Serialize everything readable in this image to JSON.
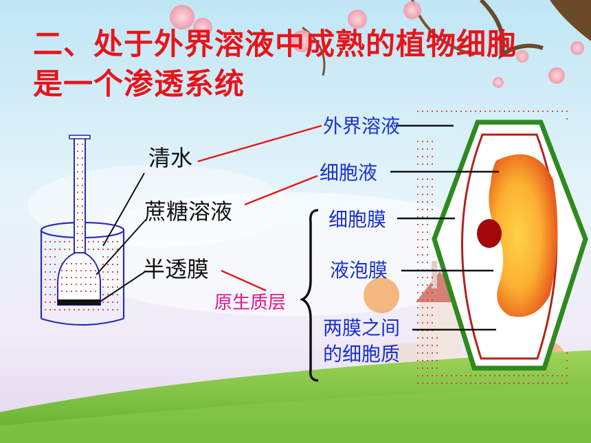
{
  "title": {
    "line1": "二、处于外界溶液中成熟的植物细胞",
    "line2": "是一个渗透系统"
  },
  "apparatus": {
    "labels": {
      "water": "清水",
      "sucrose": "蔗糖溶液",
      "membrane": "半透膜"
    }
  },
  "cell": {
    "labels": {
      "external": "外界溶液",
      "sap": "细胞液",
      "cell_membrane": "细胞膜",
      "tonoplast": "液泡膜",
      "between_1": "两膜之间",
      "between_2": "的细胞质"
    },
    "group_label": "原生质层"
  },
  "colors": {
    "title": "#e8141a",
    "blue_text": "#1a2fd0",
    "magenta_text": "#e0148c",
    "red_line": "#e8141a",
    "cell_wall": "#2e8a1e",
    "membrane": "#b0221b",
    "nucleus": "#a3070c",
    "vacuole": "#f7a21c"
  }
}
